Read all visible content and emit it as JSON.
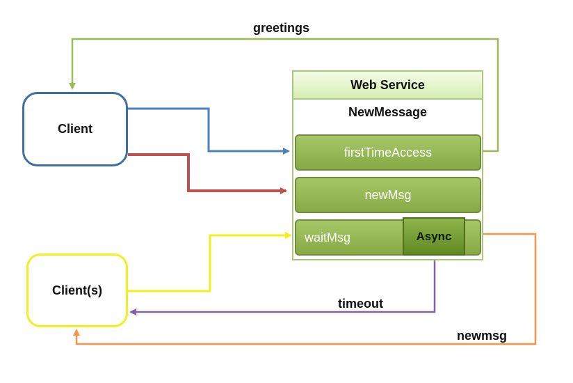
{
  "nodes": {
    "client": "Client",
    "clients": "Client(s)",
    "web_service": "Web Service",
    "new_message": "NewMessage",
    "first_time_access": "firstTimeAccess",
    "new_msg": "newMsg",
    "wait_msg": "waitMsg",
    "async": "Async"
  },
  "edges": {
    "greetings": "greetings",
    "timeout": "timeout",
    "newmsg": "newmsg"
  },
  "colors": {
    "green": "#9bbb59",
    "blue": "#4f81bd",
    "red": "#c0504d",
    "yellow": "#f2f01c",
    "purple": "#8064a2",
    "orange": "#f79646"
  }
}
